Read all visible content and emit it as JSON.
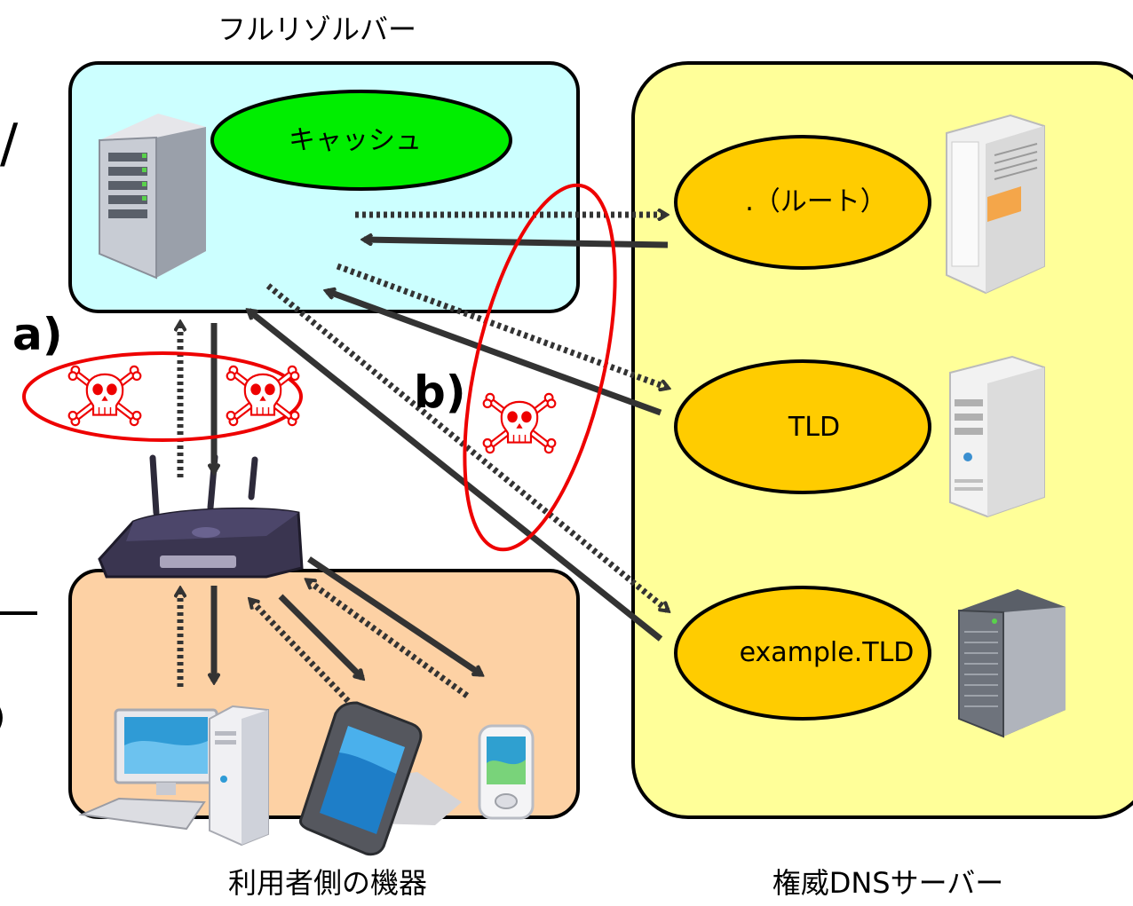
{
  "labels": {
    "resolver_title": "フルリゾルバー",
    "cache": "キャッシュ",
    "root": ".（ルート）",
    "tld": "TLD",
    "example_tld": "example.TLD",
    "user_devices": "利用者側の機器",
    "authoritative": "権威DNSサーバー",
    "marker_a": "a)",
    "marker_b": "b)",
    "edge_fragment": "/",
    "edge_fragment2": ")"
  },
  "icons": {
    "resolver_server": "tower-server-icon",
    "root_server": "white-server-icon",
    "tld_server": "white-server-icon",
    "example_server": "rack-server-icon",
    "router": "wireless-router-icon",
    "desktop": "desktop-pc-icon",
    "tablet": "tablet-icon",
    "phone": "smartphone-icon",
    "attack": "skull-crossbones-icon"
  },
  "colors": {
    "resolver_box": "#ccffff",
    "user_box": "#fdd1a4",
    "dns_box": "#ffff99",
    "cache_ellipse": "#00ee00",
    "server_ellipse": "#ffcc00",
    "attack_red": "#ee0000",
    "arrow": "#333333"
  }
}
